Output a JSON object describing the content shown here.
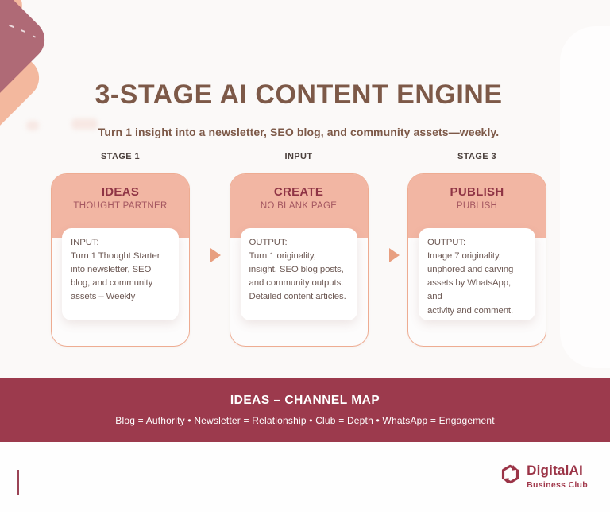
{
  "page": {
    "title": "3-STAGE AI CONTENT ENGINE",
    "subtitle": "Turn 1 insight into a newsletter, SEO blog, and community assets—weekly."
  },
  "stages": [
    {
      "label": "STAGE 1",
      "card_title": "IDEAS",
      "card_subtitle": "THOUGHT PARTNER",
      "box_text": "INPUT:\nTurn 1 Thought Starter\ninto newsletter, SEO\nblog, and community\nassets – Weekly"
    },
    {
      "label": "INPUT",
      "card_title": "CREATE",
      "card_subtitle": "NO BLANK PAGE",
      "box_text": "OUTPUT:\nTurn 1 originality,\ninsight, SEO blog posts,\nand community outputs.\nDetailed content articles."
    },
    {
      "label": "STAGE 3",
      "card_title": "PUBLISH",
      "card_subtitle": "PUBLISH",
      "box_text": "OUTPUT:\nImage 7 originality,\nunphored and carving\nassets by WhatsApp, and\nactivity and comment."
    }
  ],
  "banner": {
    "title": "IDEAS – CHANNEL MAP",
    "subtitle": "Blog = Authority • Newsletter = Relationship • Club = Depth • WhatsApp = Engagement"
  },
  "footer": {
    "brand_name": "DigitalAI",
    "brand_tagline": "Business Club"
  },
  "colors": {
    "banner_background": "#9c3a4d",
    "card_header": "#f2b6a3",
    "card_border": "#eeac92",
    "arrow": "#e89f80",
    "title_brown": "#7d5948",
    "card_title_maroon": "#8f3445",
    "brand_maroon": "#9b3447",
    "deco_mauve": "#af6a76",
    "deco_peach": "#f3b89e"
  }
}
